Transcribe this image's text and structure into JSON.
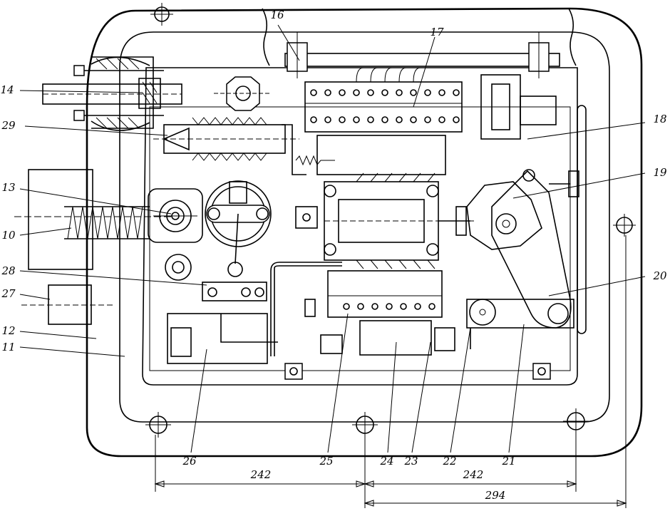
{
  "callouts": [
    "16",
    "17",
    "14",
    "29",
    "18",
    "19",
    "13",
    "10",
    "28",
    "20",
    "27",
    "12",
    "11",
    "26",
    "25",
    "24",
    "23",
    "22",
    "21"
  ],
  "dimensions": {
    "left_span": "242",
    "right_span": "242",
    "total_span": "294"
  }
}
